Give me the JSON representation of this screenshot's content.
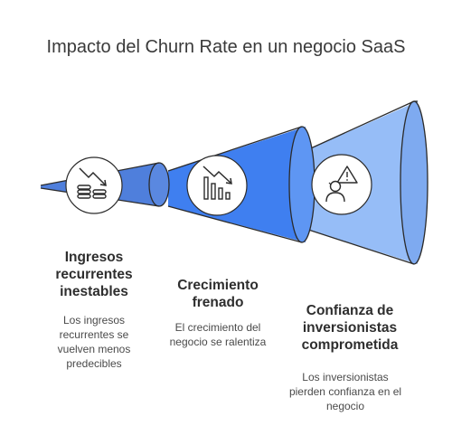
{
  "title": "Impacto del Churn Rate en un negocio SaaS",
  "colors": {
    "cone_small": "#4f7fdc",
    "cone_small_dark": "#3c6ac8",
    "cone_medium": "#3f7ff0",
    "cone_medium_dark": "#2f6ce0",
    "cone_large": "#96bdf7",
    "cone_large_dark": "#7eaaf0",
    "outline": "#2b2b2b"
  },
  "stages": [
    {
      "icon": "declining-chart-coins-icon",
      "heading": "Ingresos recurrentes inestables",
      "description": "Los ingresos recurrentes se vuelven menos predecibles"
    },
    {
      "icon": "declining-bar-chart-icon",
      "heading": "Crecimiento frenado",
      "description": "El crecimiento del negocio se ralentiza"
    },
    {
      "icon": "investor-warning-icon",
      "heading": "Confianza de inversionistas comprometida",
      "description": "Los inversionistas pierden confianza en el negocio"
    }
  ]
}
